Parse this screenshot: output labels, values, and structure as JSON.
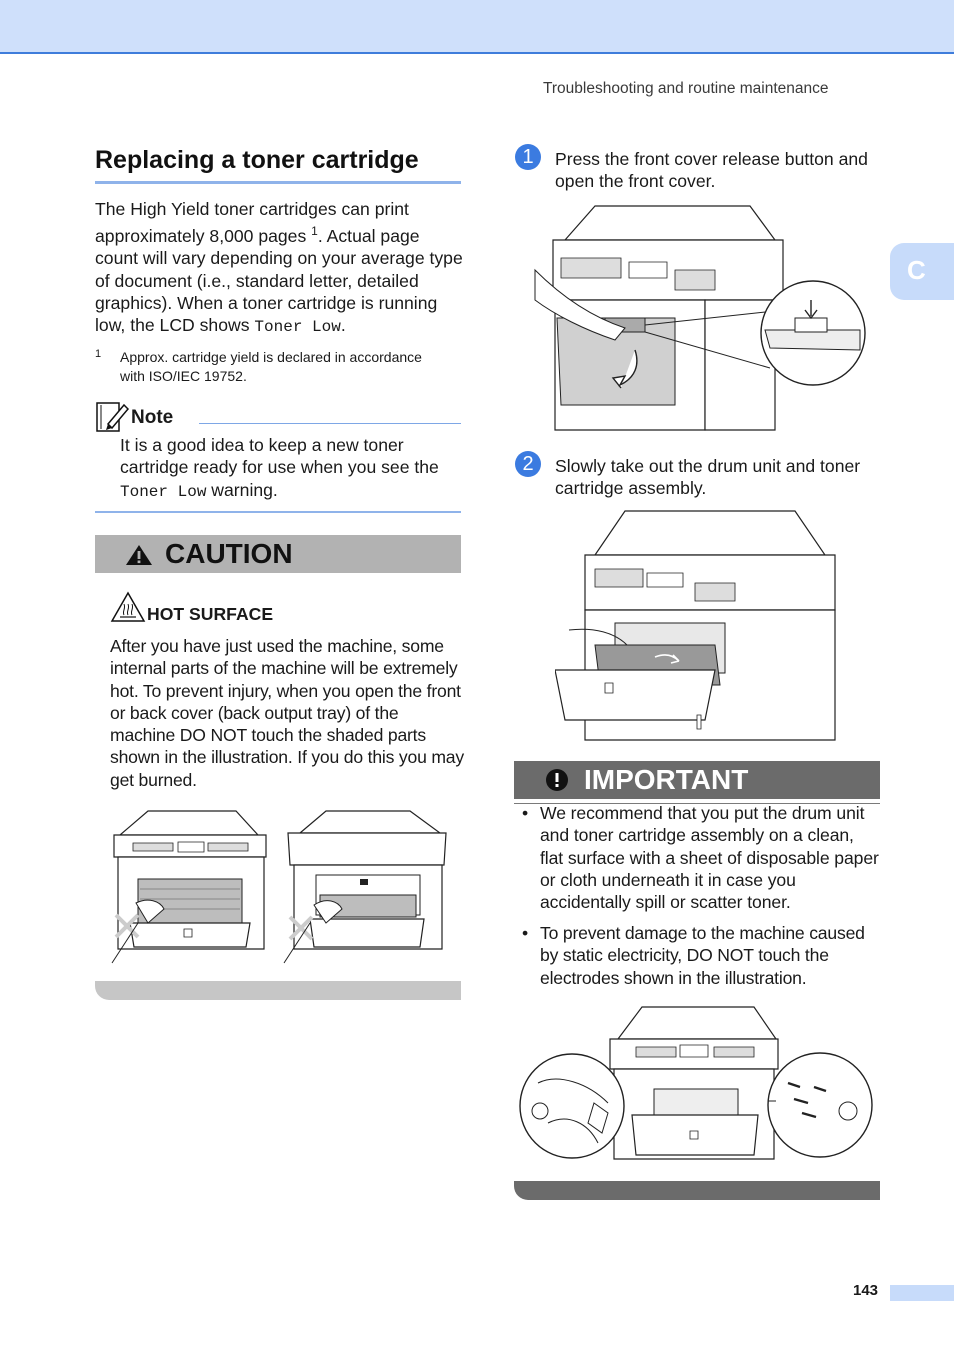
{
  "header": {
    "section": "Troubleshooting and routine maintenance"
  },
  "side_tab": {
    "letter": "C"
  },
  "page_number": "143",
  "colors": {
    "accent": "#3b7be0",
    "header_band": "#cfe0fb",
    "caution_grey": "#b2b2b2",
    "important_grey": "#6b6b6b"
  },
  "left": {
    "title": "Replacing a toner cartridge",
    "intro": {
      "part1": "The High Yield toner cartridges can print approximately 8,000 pages ",
      "footnote_mark": "1",
      "part2": ". Actual page count will vary depending on your average type of document (i.e., standard letter, detailed graphics). When a toner cartridge is running low, the LCD shows ",
      "lcd_message": "Toner Low",
      "part3": "."
    },
    "footnote": {
      "number": "1",
      "text": "Approx. cartridge yield is declared in accordance with ISO/IEC 19752."
    },
    "note": {
      "label": "Note",
      "text_before": "It is a good idea to keep a new toner cartridge ready for use when you see the ",
      "lcd_message": "Toner Low",
      "text_after": " warning."
    },
    "caution": {
      "heading": "CAUTION",
      "subheading": "HOT SURFACE",
      "body": "After you have just used the machine, some internal parts of the machine will be extremely hot. To prevent injury, when you open the front or back cover (back output tray) of the machine DO NOT touch the shaded parts shown in the illustration. If you do this you may get burned."
    }
  },
  "right": {
    "steps": [
      {
        "number": "1",
        "text": "Press the front cover release button and open the front cover."
      },
      {
        "number": "2",
        "text": "Slowly take out the drum unit and toner cartridge assembly."
      }
    ],
    "important": {
      "heading": "IMPORTANT",
      "bullets": [
        "We recommend that you put the drum unit and toner cartridge assembly on a clean, flat surface with a sheet of disposable paper or cloth underneath it in case you accidentally spill or scatter toner.",
        "To prevent damage to the machine caused by static electricity, DO NOT touch the electrodes shown in the illustration."
      ]
    }
  }
}
